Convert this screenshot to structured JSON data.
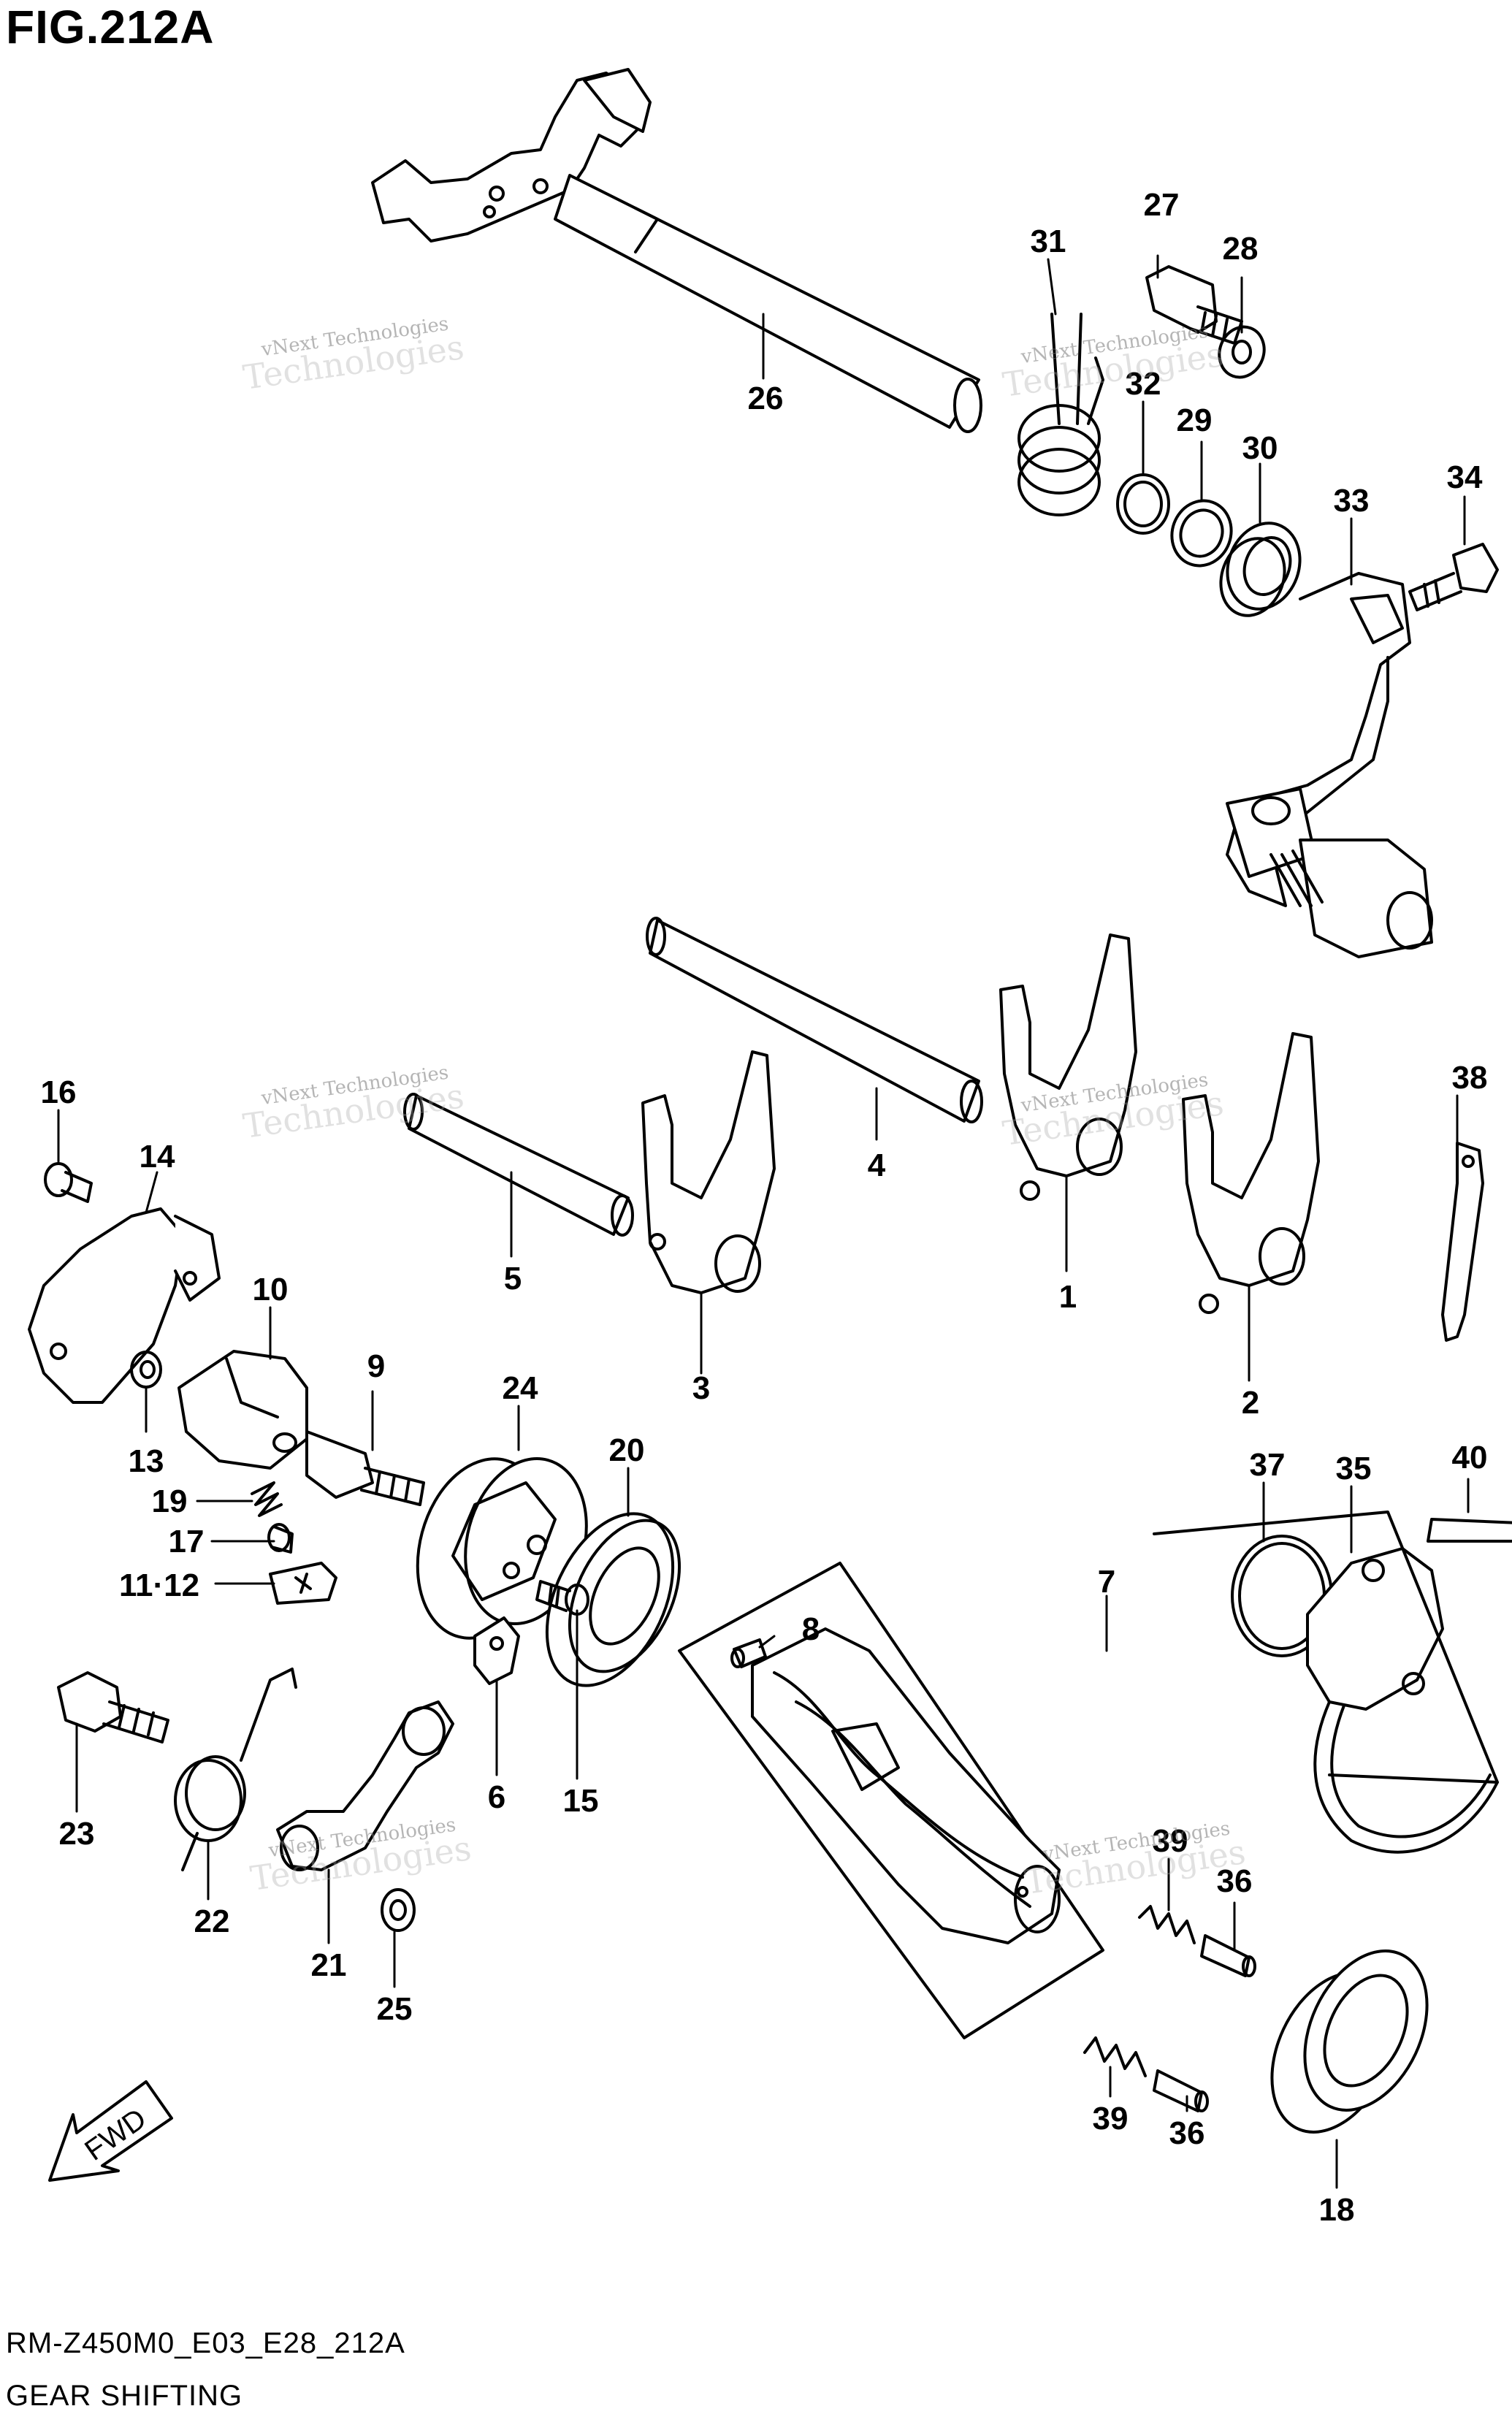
{
  "figure": {
    "title": "FIG.212A",
    "code": "RM-Z450M0_E03_E28_212A",
    "name": "GEAR SHIFTING"
  },
  "watermark": {
    "line1": "vNext Technologies",
    "line2": "Technologies"
  },
  "fwd_label": "FWD",
  "callouts": [
    "1",
    "2",
    "3",
    "4",
    "5",
    "6",
    "7",
    "8",
    "9",
    "10",
    "11·12",
    "13",
    "14",
    "15",
    "16",
    "17",
    "18",
    "19",
    "20",
    "21",
    "22",
    "23",
    "24",
    "25",
    "26",
    "27",
    "28",
    "29",
    "30",
    "31",
    "32",
    "33",
    "34",
    "35",
    "36",
    "36",
    "37",
    "38",
    "39",
    "39",
    "40"
  ],
  "colors": {
    "line": "#000000",
    "background": "#ffffff",
    "watermark": "#8c8c8c"
  }
}
